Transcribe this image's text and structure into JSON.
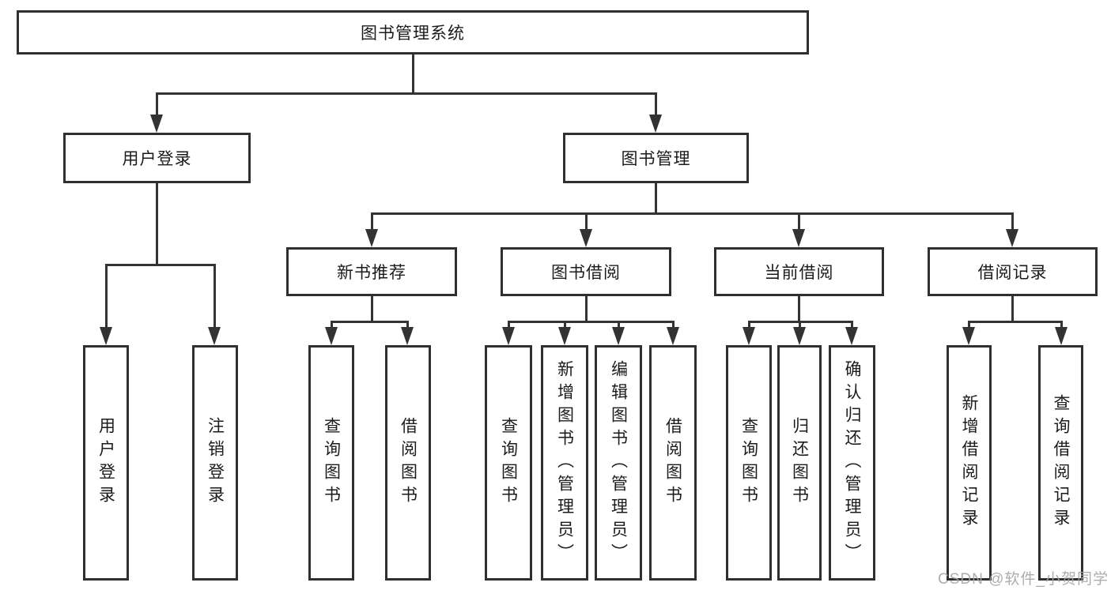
{
  "diagram": {
    "title": "图书管理系统",
    "level2": {
      "user_login": "用户登录",
      "book_mgmt": "图书管理"
    },
    "level3": {
      "new_book_rec": "新书推荐",
      "book_borrow": "图书借阅",
      "current_borrow": "当前借阅",
      "borrow_record": "借阅记录"
    },
    "leaves": {
      "user_login": "用户登录",
      "logout": "注销登录",
      "rec_query_book": "查询图书",
      "rec_borrow_book": "借阅图书",
      "bor_query_book": "查询图书",
      "bor_add_book": "新增图书（管理员）",
      "bor_edit_book": "编辑图书（管理员）",
      "bor_borrow_book": "借阅图书",
      "cur_query_book": "查询图书",
      "cur_return_book": "归还图书",
      "cur_confirm_return": "确认归还（管理员）",
      "rcd_add_record": "新增借阅记录",
      "rcd_query_record": "查询借阅记录"
    }
  },
  "watermark": "CSDN @软件_小贺同学",
  "colors": {
    "line": "#333333",
    "border": "#2f2f2f",
    "text": "#1b1b1b",
    "watermark": "#a5a5a5",
    "background": "#ffffff"
  }
}
